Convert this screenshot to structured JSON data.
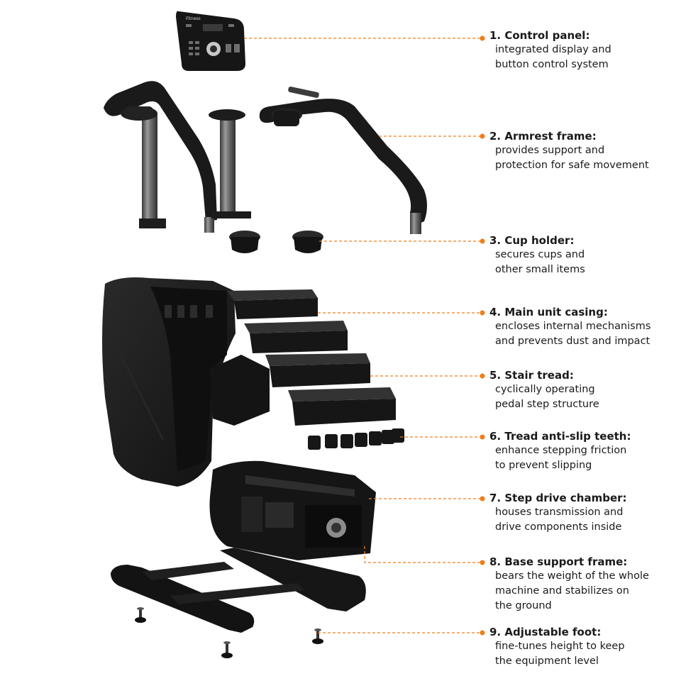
{
  "colors": {
    "accent": "#f07d1a",
    "machine": "#1c1c1c",
    "steel": "#7d7d7d",
    "text": "#1a1a1a",
    "background": "#ffffff"
  },
  "panel_brand": "Fitness",
  "callouts": [
    {
      "title": "1. Control panel:",
      "lines": [
        "integrated display and",
        "button control system"
      ]
    },
    {
      "title": "2. Armrest frame:",
      "lines": [
        "provides support and",
        "protection for safe movement"
      ]
    },
    {
      "title": "3. Cup holder:",
      "lines": [
        "secures cups and",
        "other small items"
      ]
    },
    {
      "title": "4. Main unit casing:",
      "lines": [
        "encloses internal mechanisms",
        "and prevents dust and impact"
      ]
    },
    {
      "title": "5. Stair tread:",
      "lines": [
        "cyclically operating",
        "pedal step structure"
      ]
    },
    {
      "title": "6. Tread anti-slip teeth:",
      "lines": [
        "enhance stepping friction",
        "to prevent slipping"
      ]
    },
    {
      "title": "7. Step drive chamber:",
      "lines": [
        "houses transmission and",
        "drive components inside"
      ]
    },
    {
      "title": "8. Base support frame:",
      "lines": [
        "bears the weight of the whole",
        "machine and stabilizes on",
        "the ground"
      ]
    },
    {
      "title": "9. Adjustable foot:",
      "lines": [
        "fine-tunes height to keep",
        "the equipment level"
      ]
    }
  ]
}
